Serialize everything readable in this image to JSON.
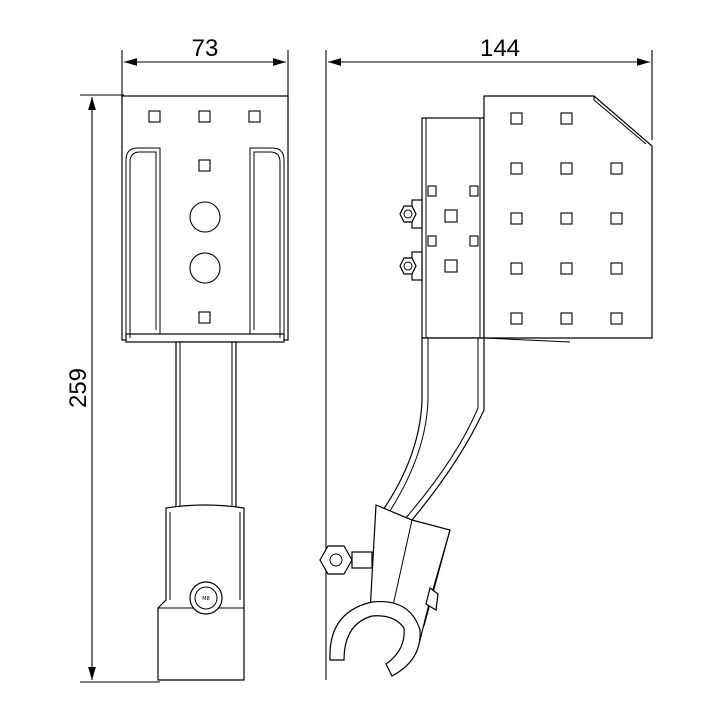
{
  "dimensions": {
    "width_front": "73",
    "width_side": "144",
    "height": "259"
  },
  "labels": {
    "nut_marking": "M8"
  },
  "colors": {
    "line": "#000000",
    "background": "#ffffff"
  }
}
